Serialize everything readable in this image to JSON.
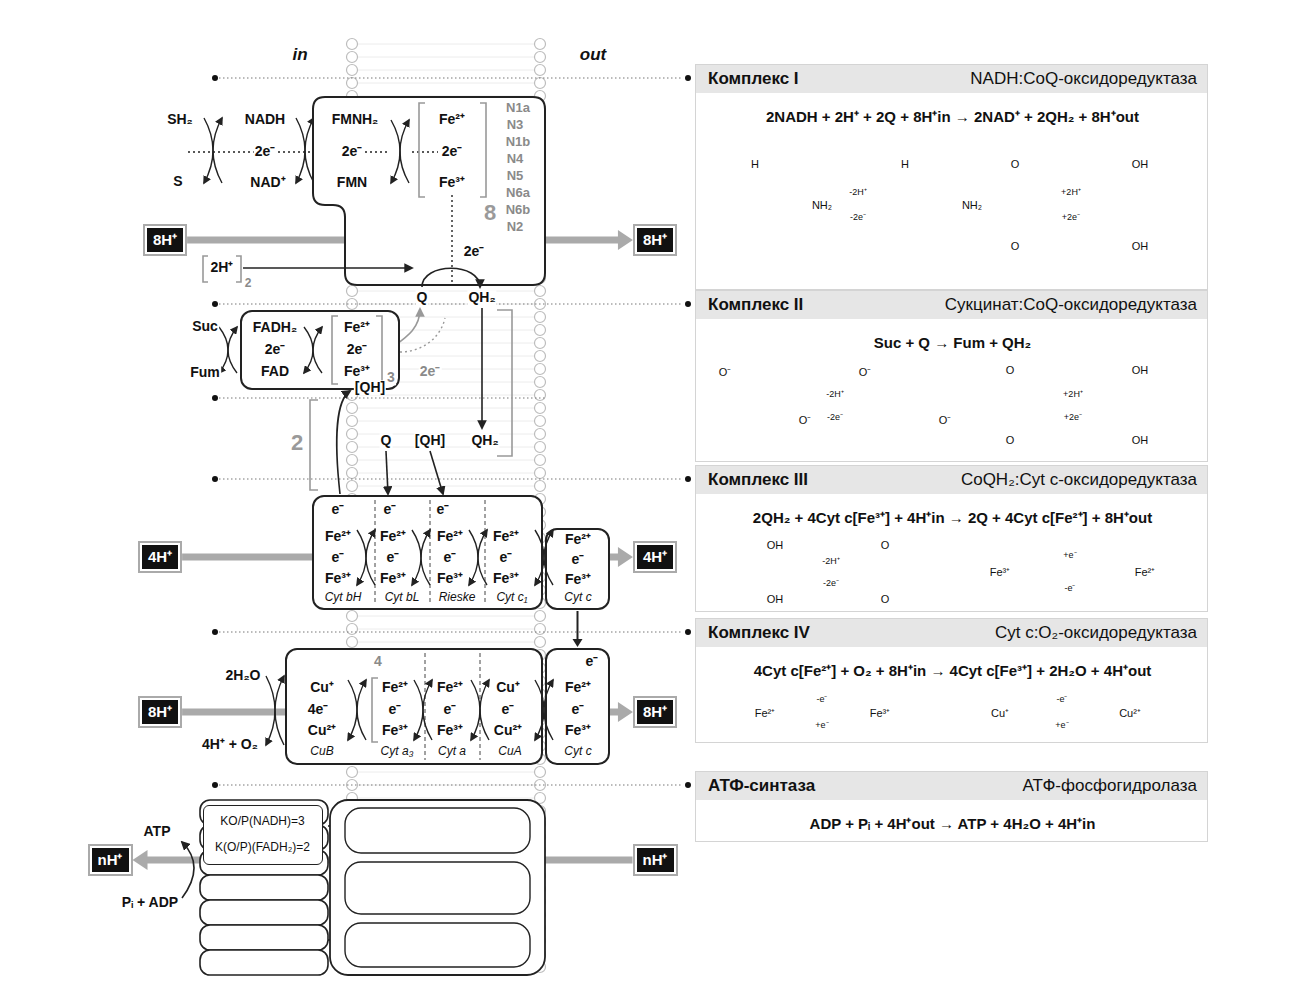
{
  "diagram": {
    "nodes": [
      {
        "text": [
          "FMNH₂",
          "2e⁻",
          "FMN",
          "Fe²⁺",
          "2e⁻",
          "Fe³⁺",
          "N1a",
          "N3",
          "N1b",
          "N4",
          "N5",
          "N6a",
          "N6b",
          "N2",
          "8",
          "2e⁻"
        ]
      },
      {
        "text": [
          "8H⁺"
        ]
      },
      {
        "text": [
          "8H⁺"
        ]
      },
      {
        "text": [
          "FADH₂",
          "2e⁻",
          "FAD",
          "Fe²⁺",
          "2e⁻",
          "Fe³⁺",
          "3"
        ]
      },
      {
        "text": [
          "e⁻",
          "e⁻",
          "e⁻",
          "Fe²⁺",
          "Fe²⁺",
          "Fe²⁺",
          "Fe²⁺",
          "e⁻",
          "e⁻",
          "e⁻",
          "e⁻",
          "Fe³⁺",
          "Fe³⁺",
          "Fe³⁺",
          "Fe³⁺",
          "Cyt bH",
          "Cyt bL",
          "Rieske",
          "Cyt c₁"
        ]
      },
      {
        "text": [
          "Fe²⁺",
          "e⁻",
          "Fe³⁺",
          "Cyt c"
        ]
      },
      {
        "text": [
          "4H⁺"
        ]
      },
      {
        "text": [
          "4H⁺"
        ]
      },
      {
        "text": [
          "4",
          "Cu⁺",
          "4e⁻",
          "Cu²⁺",
          "CuB",
          "Fe²⁺",
          "e⁻",
          "Fe³⁺",
          "Cyt a₃",
          "Fe²⁺",
          "e⁻",
          "Fe³⁺",
          "Cyt a",
          "Cu⁺",
          "e⁻",
          "Cu²⁺",
          "CuA"
        ]
      },
      {
        "text": [
          "e⁻",
          "Fe²⁺",
          "e⁻",
          "Fe³⁺",
          "Cyt c"
        ]
      },
      {
        "text": [
          "8H⁺"
        ]
      },
      {
        "text": [
          "8H⁺"
        ]
      },
      {
        "text": [
          "KO/P(NADH)=3",
          "K(O/P)(FADH₂)=2"
        ]
      },
      {
        "text": [
          "nH⁺"
        ]
      },
      {
        "text": [
          "nH⁺"
        ]
      },
      {
        "text": [
          "Комплекс I",
          "NADH:CoQ-оксидоредуктаза",
          "2NADH + 2H⁺ + 2Q + 8H⁺in → 2NAD⁺ + 2QH₂ + 8H⁺out"
        ]
      },
      {
        "text": [
          "Комплекс II",
          "Сукцинат:CoQ-оксидоредуктаза",
          "Suc + Q → Fum + QH₂"
        ]
      },
      {
        "text": [
          "Комплекс III",
          "CoQH₂:Cyt c-оксидоредуктаза",
          "2QH₂ + 4Cyt c[Fe³⁺] + 4H⁺in → 2Q + 4Cyt c[Fe²⁺] + 8H⁺out"
        ]
      },
      {
        "text": [
          "Комплекс IV",
          "Cyt c:O₂-оксидоредуктаза",
          "4Cyt c[Fe²⁺] + O₂ + 8H⁺in → 4Cyt c[Fe³⁺] + 2H₂O + 4H⁺out"
        ]
      },
      {
        "text": [
          "АТФ-синтаза",
          "АТФ-фосфогидролаза",
          "ADP + Pᵢ + 4H⁺out → ATP + 4H₂O + 4H⁺in"
        ]
      }
    ],
    "edges": [
      {
        "from": 1,
        "to": 2,
        "arrow": "to"
      },
      {
        "from": 6,
        "to": 7,
        "arrow": "to"
      },
      {
        "from": 10,
        "to": 11,
        "arrow": "to"
      },
      {
        "from": 14,
        "to": 13,
        "arrow": "to"
      },
      {
        "from": 5,
        "to": 9,
        "arrow": "to"
      }
    ],
    "labels": [
      "in",
      "out",
      "SH₂",
      "NADH",
      "S",
      "NAD⁺",
      "2e⁻",
      "2H⁺",
      "2",
      "Q",
      "QH₂",
      "Suc",
      "Fum",
      "2e⁻",
      "[QH]",
      "2",
      "Q",
      "[QH]",
      "QH₂",
      "2H₂O",
      "4H⁺ + O₂",
      "ATP",
      "Pᵢ + ADP",
      "H",
      "NH₂",
      "-2H⁺",
      "-2e⁻",
      "H",
      "NH₂",
      "O",
      "O",
      "+2H⁺",
      "+2e⁻",
      "OH",
      "OH",
      "O⁻",
      "O⁻",
      "-2H⁺",
      "-2e⁻",
      "O⁻",
      "O⁻",
      "O",
      "O",
      "+2H⁺",
      "+2e⁻",
      "OH",
      "OH",
      "OH",
      "OH",
      "-2H⁺",
      "-2e⁻",
      "O",
      "O",
      "Fe³⁺",
      "+e⁻",
      "-e⁻",
      "Fe²⁺",
      "Fe²⁺",
      "-e⁻",
      "+e⁻",
      "Fe³⁺",
      "Cu⁺",
      "-e⁻",
      "+e⁻",
      "Cu²⁺"
    ]
  }
}
